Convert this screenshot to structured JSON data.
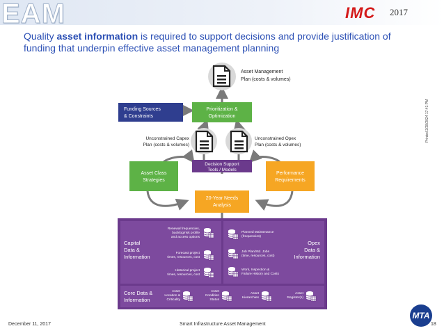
{
  "header": {
    "brand": "EAM",
    "event_logo": "IMC",
    "event_year": "2017"
  },
  "subtitle": {
    "prefix": "Quality ",
    "bold": "asset information",
    "suffix": " is required to support decisions and provide justification of funding that underpin effective asset management planning"
  },
  "side_note": "Printed 2/28/2024 17:41 PM",
  "diagram": {
    "amp": {
      "line1": "Asset Management",
      "line2": "Plan (costs & volumes)"
    },
    "funding": {
      "line1": "Funding Sources",
      "line2": "& Constraints"
    },
    "prioritization": {
      "line1": "Prioritization &",
      "line2": "Optimization"
    },
    "capex": {
      "line1": "Unconstrained Capex",
      "line2": "Plan (costs & volumes)"
    },
    "opex": {
      "line1": "Unconstrained Opex",
      "line2": "Plan (costs & volumes)"
    },
    "asset_class": {
      "line1": "Asset Class",
      "line2": "Strategies"
    },
    "decision": {
      "line1": "Decision Support",
      "line2": "Tools / Models"
    },
    "performance": {
      "line1": "Performance",
      "line2": "Requirements"
    },
    "needs": {
      "line1": "20-Year Needs",
      "line2": "Analysis"
    },
    "capital": {
      "line1": "Capital",
      "line2": "Data &",
      "line3": "Information"
    },
    "opex_data": {
      "line1": "Opex",
      "line2": "Data &",
      "line3": "Information"
    },
    "core": {
      "line1": "Core Data &",
      "line2": "Information"
    },
    "capital_items": [
      {
        "l1": "Renewal frequencies,",
        "l2": "backlog/risk profile",
        "l3": "and access options"
      },
      {
        "l1": "Forecast project",
        "l2": "times, resources, cost",
        "l3": ""
      },
      {
        "l1": "Historical project",
        "l2": "times, resources, cost",
        "l3": ""
      }
    ],
    "opex_items": [
      {
        "l1": "Planned Maintenance",
        "l2": "(frequencies)",
        "l3": ""
      },
      {
        "l1": "Job Plan/Std. Jobs",
        "l2": "(time, resources, cost)",
        "l3": ""
      },
      {
        "l1": "Work, Inspection &",
        "l2": "Failure History and Costs",
        "l3": ""
      }
    ],
    "core_items": [
      {
        "l1": "Asset",
        "l2": "Location &",
        "l3": "Criticality"
      },
      {
        "l1": "Asset",
        "l2": "Condition",
        "l3": "Status"
      },
      {
        "l1": "Asset",
        "l2": "Hierarchies",
        "l3": ""
      },
      {
        "l1": "Asset",
        "l2": "Register(s)",
        "l3": ""
      }
    ]
  },
  "footer": {
    "date": "December 11, 2017",
    "title": "Smart Infrastructure Asset Management",
    "page": "18",
    "agency_logo": "MTA"
  },
  "colors": {
    "navy": "#2f3e8f",
    "green": "#5db246",
    "orange": "#f6a623",
    "purple": "#6b3a8c",
    "text_blue": "#2c50b5"
  }
}
